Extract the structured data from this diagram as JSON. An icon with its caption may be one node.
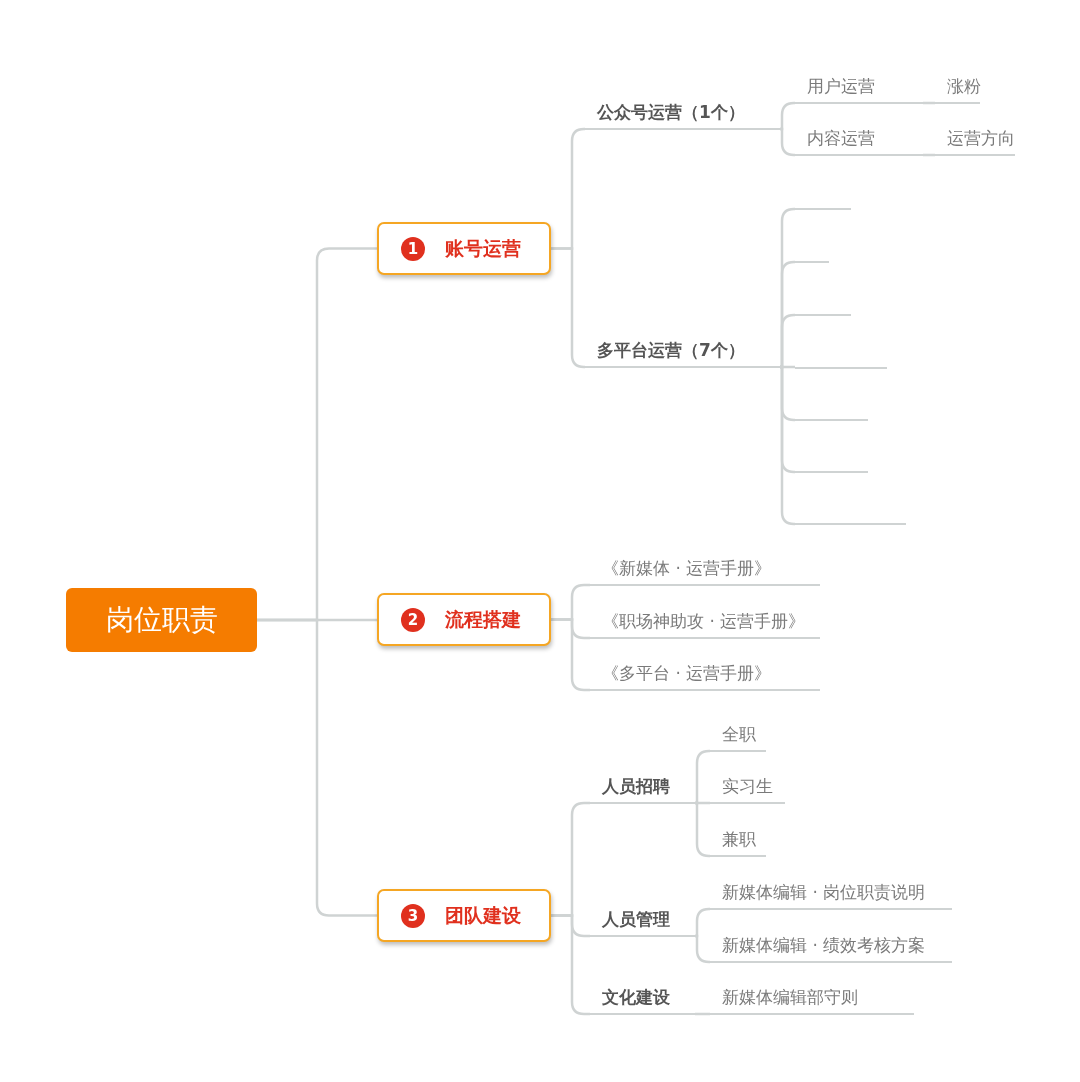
{
  "diagram": {
    "nodes": [
      {
        "text": [
          "岗位职责"
        ]
      },
      {
        "text": [
          "1",
          "账号运营"
        ]
      },
      {
        "text": [
          "公众号运营（1个）"
        ]
      },
      {
        "text": [
          "用户运营"
        ]
      },
      {
        "text": [
          "涨粉"
        ]
      },
      {
        "text": [
          "内容运营"
        ]
      },
      {
        "text": [
          "运营方向"
        ]
      },
      {
        "text": [
          "多平台运营（7个）"
        ]
      },
      {
        "text": [],
        "shape": "bar"
      },
      {
        "text": [],
        "shape": "bar"
      },
      {
        "text": [],
        "shape": "bar"
      },
      {
        "text": [],
        "shape": "bar"
      },
      {
        "text": [],
        "shape": "bar"
      },
      {
        "text": [],
        "shape": "bar"
      },
      {
        "text": [],
        "shape": "bar"
      },
      {
        "text": [
          "2",
          "流程搭建"
        ]
      },
      {
        "text": [
          "《新媒体 · 运营手册》"
        ]
      },
      {
        "text": [
          "《职场神助攻 · 运营手册》"
        ]
      },
      {
        "text": [
          "《多平台 · 运营手册》"
        ]
      },
      {
        "text": [
          "3",
          "团队建设"
        ]
      },
      {
        "text": [
          "人员招聘"
        ]
      },
      {
        "text": [
          "全职"
        ]
      },
      {
        "text": [
          "实习生"
        ]
      },
      {
        "text": [
          "兼职"
        ]
      },
      {
        "text": [
          "人员管理"
        ]
      },
      {
        "text": [
          "新媒体编辑 · 岗位职责说明"
        ]
      },
      {
        "text": [
          "新媒体编辑 · 绩效考核方案"
        ]
      },
      {
        "text": [
          "文化建设"
        ]
      },
      {
        "text": [
          "新媒体编辑部守则"
        ]
      }
    ],
    "edges": [
      {
        "from": 0,
        "to": 1,
        "arrow": "none"
      },
      {
        "from": 0,
        "to": 15,
        "arrow": "none"
      },
      {
        "from": 0,
        "to": 19,
        "arrow": "none"
      },
      {
        "from": 1,
        "to": 2,
        "arrow": "none"
      },
      {
        "from": 1,
        "to": 7,
        "arrow": "none"
      },
      {
        "from": 2,
        "to": 3,
        "arrow": "none"
      },
      {
        "from": 2,
        "to": 5,
        "arrow": "none"
      },
      {
        "from": 3,
        "to": 4,
        "arrow": "none"
      },
      {
        "from": 5,
        "to": 6,
        "arrow": "none"
      },
      {
        "from": 7,
        "to": 8,
        "arrow": "none"
      },
      {
        "from": 7,
        "to": 9,
        "arrow": "none"
      },
      {
        "from": 7,
        "to": 10,
        "arrow": "none"
      },
      {
        "from": 7,
        "to": 11,
        "arrow": "none"
      },
      {
        "from": 7,
        "to": 12,
        "arrow": "none"
      },
      {
        "from": 7,
        "to": 13,
        "arrow": "none"
      },
      {
        "from": 7,
        "to": 14,
        "arrow": "none"
      },
      {
        "from": 15,
        "to": 16,
        "arrow": "none"
      },
      {
        "from": 15,
        "to": 17,
        "arrow": "none"
      },
      {
        "from": 15,
        "to": 18,
        "arrow": "none"
      },
      {
        "from": 19,
        "to": 20,
        "arrow": "none"
      },
      {
        "from": 19,
        "to": 24,
        "arrow": "none"
      },
      {
        "from": 19,
        "to": 27,
        "arrow": "none"
      },
      {
        "from": 20,
        "to": 21,
        "arrow": "none"
      },
      {
        "from": 20,
        "to": 22,
        "arrow": "none"
      },
      {
        "from": 20,
        "to": 23,
        "arrow": "none"
      },
      {
        "from": 24,
        "to": 25,
        "arrow": "none"
      },
      {
        "from": 24,
        "to": 26,
        "arrow": "none"
      },
      {
        "from": 27,
        "to": 28,
        "arrow": "none"
      }
    ]
  }
}
